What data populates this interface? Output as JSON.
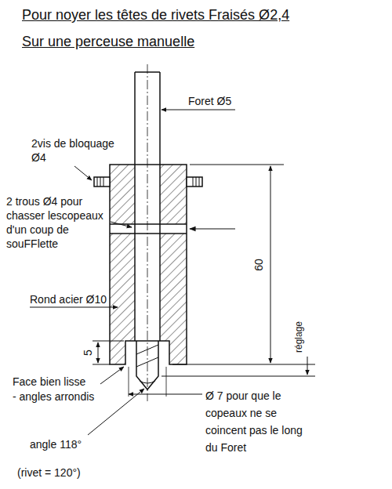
{
  "diagram": {
    "title": "Pour noyer les têtes de rivets Fraisés Ø2,4",
    "labels": [
      "Sur une perceuse manuelle",
      "Foret Ø5",
      "2vis de bloquage Ø4",
      "2 trous Ø4 pour chasser lescopeaux d'un coup de souFFlette",
      "Rond acier Ø10",
      "60",
      "réglage",
      "5",
      "Face bien lisse",
      "- angles arrondis",
      "Ø 7 pour que le copeaux ne se coincent pas le long du Foret",
      "angle 118°",
      "(rivet = 120°)"
    ]
  }
}
